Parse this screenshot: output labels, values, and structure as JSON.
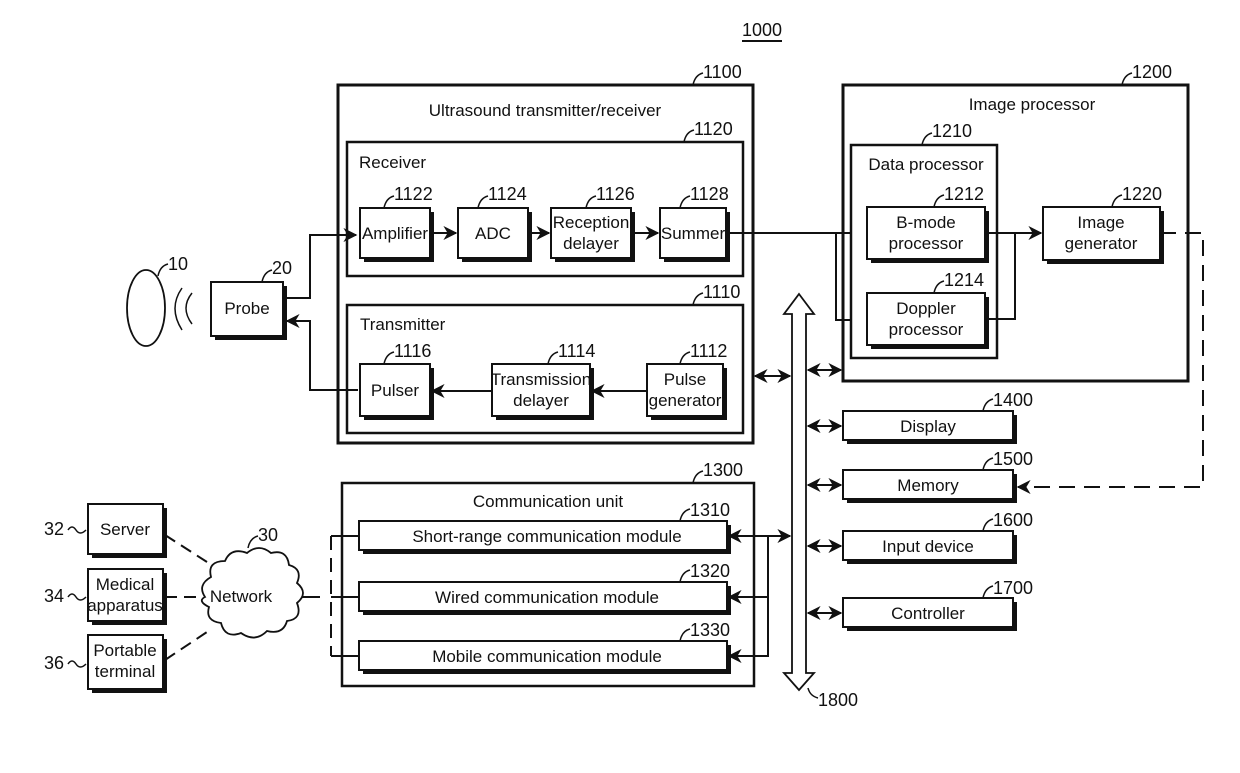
{
  "figure": {
    "ref": "1000",
    "blocks": {
      "object": {
        "ref": "10"
      },
      "probe": {
        "ref": "20",
        "label": "Probe"
      },
      "network": {
        "ref": "30",
        "label": "Network"
      },
      "server": {
        "ref": "32",
        "label": "Server"
      },
      "medical_apparatus": {
        "ref": "34",
        "line1": "Medical",
        "line2": "apparatus"
      },
      "portable_terminal": {
        "ref": "36",
        "line1": "Portable",
        "line2": "terminal"
      },
      "us_txrx": {
        "ref": "1100",
        "label": "Ultrasound transmitter/receiver"
      },
      "transmitter": {
        "ref": "1110",
        "label": "Transmitter"
      },
      "pulse_generator": {
        "ref": "1112",
        "line1": "Pulse",
        "line2": "generator"
      },
      "transmission_delayer": {
        "ref": "1114",
        "line1": "Transmission",
        "line2": "delayer"
      },
      "pulser": {
        "ref": "1116",
        "label": "Pulser"
      },
      "receiver": {
        "ref": "1120",
        "label": "Receiver"
      },
      "amplifier": {
        "ref": "1122",
        "label": "Amplifier"
      },
      "adc": {
        "ref": "1124",
        "label": "ADC"
      },
      "reception_delayer": {
        "ref": "1126",
        "line1": "Reception",
        "line2": "delayer"
      },
      "summer": {
        "ref": "1128",
        "label": "Summer"
      },
      "image_processor": {
        "ref": "1200",
        "label": "Image processor"
      },
      "data_processor": {
        "ref": "1210",
        "label": "Data processor"
      },
      "bmode_processor": {
        "ref": "1212",
        "line1": "B-mode",
        "line2": "processor"
      },
      "doppler_processor": {
        "ref": "1214",
        "line1": "Doppler",
        "line2": "processor"
      },
      "image_generator": {
        "ref": "1220",
        "line1": "Image",
        "line2": "generator"
      },
      "communication_unit": {
        "ref": "1300",
        "label": "Communication unit"
      },
      "short_range_module": {
        "ref": "1310",
        "label": "Short-range communication module"
      },
      "wired_module": {
        "ref": "1320",
        "label": "Wired communication module"
      },
      "mobile_module": {
        "ref": "1330",
        "label": "Mobile communication module"
      },
      "display": {
        "ref": "1400",
        "label": "Display"
      },
      "memory": {
        "ref": "1500",
        "label": "Memory"
      },
      "input_device": {
        "ref": "1600",
        "label": "Input device"
      },
      "controller": {
        "ref": "1700",
        "label": "Controller"
      },
      "bus": {
        "ref": "1800"
      }
    }
  }
}
